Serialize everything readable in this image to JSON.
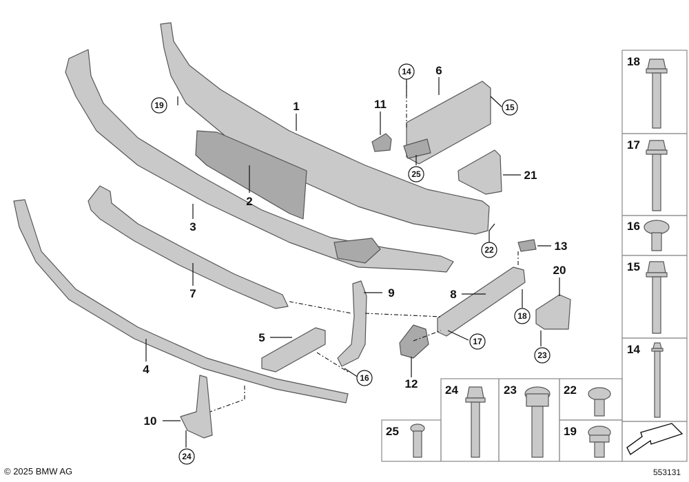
{
  "footer": {
    "copyright": "© 2025 BMW AG",
    "diagram_number": "553131"
  },
  "callouts": {
    "p1": "1",
    "p2": "2",
    "p3": "3",
    "p4": "4",
    "p5": "5",
    "p6": "6",
    "p7": "7",
    "p8": "8",
    "p9": "9",
    "p10": "10",
    "p11": "11",
    "p12": "12",
    "p13": "13",
    "p20": "20",
    "p21": "21"
  },
  "circled_callouts": {
    "c14": "14",
    "c15": "15",
    "c16": "16",
    "c17": "17",
    "c18": "18",
    "c19": "19",
    "c22": "22",
    "c23": "23",
    "c24": "24",
    "c25": "25"
  },
  "fastener_table": {
    "f18": "18",
    "f17": "17",
    "f16": "16",
    "f15": "15",
    "f14": "14",
    "f24": "24",
    "f23": "23",
    "f22": "22",
    "f25": "25",
    "f19": "19"
  },
  "colors": {
    "part_fill": "#c9c9c9",
    "outline": "#555555",
    "table_border": "#888888"
  }
}
